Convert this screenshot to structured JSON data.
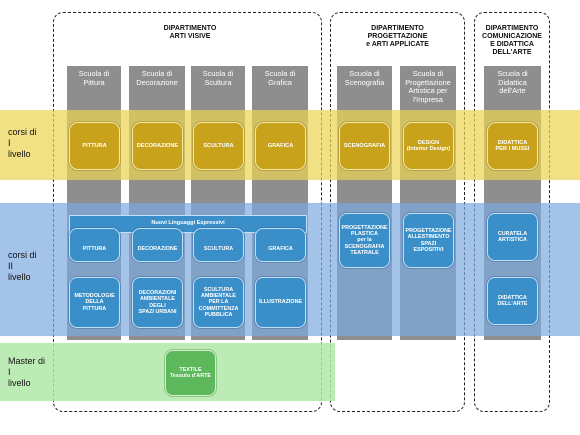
{
  "departments": {
    "arti_visive": "DIPARTIMENTO\nARTI VISIVE",
    "progettazione": "DIPARTIMENTO\nPROGETTAZIONE\ne ARTI APPLICATE",
    "comunicazione": "DIPARTIMENTO\nCOMUNICAZIONE\nE DIDATTICA\nDELL'ARTE"
  },
  "schools": {
    "pittura": "Scuola di\nPittura",
    "decorazione": "Scuola di\nDecorazione",
    "scultura": "Scuola di\nScultura",
    "grafica": "Scuola di\nGrafica",
    "scenografia": "Scuola di\nScenografia",
    "progettazione": "Scuola di\nProgettazione\nArtistica per\nl'Impresa",
    "didattica": "Scuola di\nDidattica\ndell'Arte"
  },
  "rows": {
    "primo": "corsi di\nI\nlivello",
    "secondo": "corsi di\nII\nlivello",
    "master": "Master di\nI\nlivello"
  },
  "level1": {
    "pittura": "PITTURA",
    "decorazione": "DECORAZIONE",
    "scultura": "SCULTURA",
    "grafica": "GRAFICA",
    "scenografia": "SCENOGRAFIA",
    "design": "DESIGN\n(Interior Design)",
    "didattica": "DIDATTICA\nPER I MUSEI"
  },
  "level2": {
    "banner": "Nuovi Linguaggi Espressivi",
    "pittura": "PITTURA",
    "decorazione": "DECORAZIONE",
    "scultura": "SCULTURA",
    "grafica": "GRAFICA",
    "metodologie": "METODOLOGIE\nDELLA\nPITTURA",
    "decorazioni_ambientale": "DECORAZIONI\nAMBIENTALE\nDEGLI\nSPAZI URBANI",
    "scultura_ambientale": "SCULTURA\nAMBIENTALE\nPER LA\nCOMMITTENZA\nPUBBLICA",
    "illustrazione": "ILLUSTRAZIONE",
    "plastica": "PROGETTAZIONE\nPLASTICA\nper la\nSCENOGRAFIA\nTEATRALE",
    "allestimento": "PROGETTAZIONE\nALLESTIMENTO\nSPAZI\nESPOSITIVI",
    "curatela": "CURATELA\nARTISTICA",
    "didattica_arte": "DIDATTICA\nDELL'ARTE"
  },
  "master": {
    "textile": "TEXTILE\nTessuto d'ARTE"
  }
}
